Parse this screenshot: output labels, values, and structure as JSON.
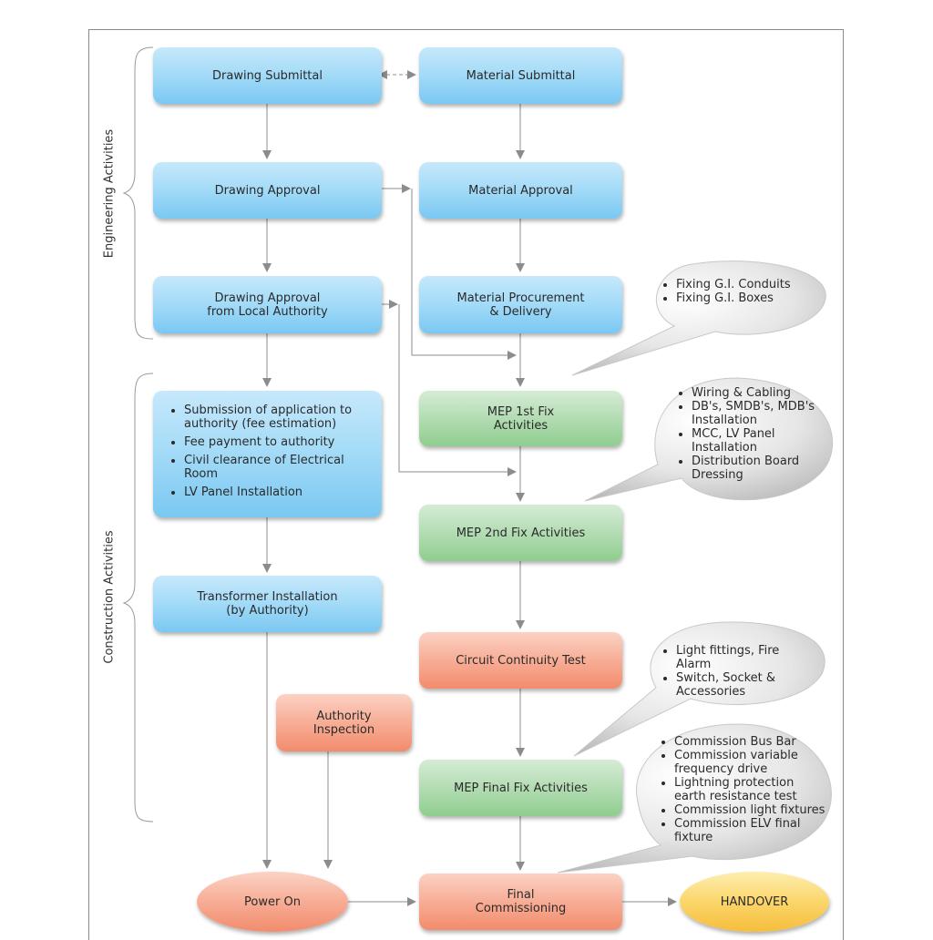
{
  "sections": {
    "engineering": "Engineering Activities",
    "construction": "Construction Activities"
  },
  "nodes": {
    "drawing_submittal": "Drawing Submittal",
    "material_submittal": "Material Submittal",
    "drawing_approval": "Drawing Approval",
    "material_approval": "Material Approval",
    "drawing_approval_local": "Drawing Approval\nfrom Local Authority",
    "material_procurement": "Material Procurement\n& Delivery",
    "authority_tasks": [
      "Submission of application to authority (fee estimation)",
      "Fee payment to authority",
      "Civil clearance of Electrical Room",
      "LV Panel Installation"
    ],
    "mep_1st_fix": "MEP 1st Fix\nActivities",
    "mep_2nd_fix": "MEP 2nd Fix Activities",
    "transformer": "Transformer Installation\n(by Authority)",
    "circuit_test": "Circuit Continuity Test",
    "authority_inspection": "Authority\nInspection",
    "mep_final_fix": "MEP Final Fix Activities",
    "power_on": "Power On",
    "final_commissioning": "Final\nCommissioning",
    "handover": "HANDOVER"
  },
  "callouts": {
    "first_fix": [
      "Fixing G.I. Conduits",
      "Fixing G.I. Boxes"
    ],
    "second_fix": [
      "Wiring & Cabling",
      "DB's, SMDB's, MDB's Installation",
      "MCC, LV Panel Installation",
      "Distribution Board Dressing"
    ],
    "final_fix": [
      "Light fittings, Fire Alarm",
      "Switch, Socket & Accessories"
    ],
    "commissioning": [
      "Commission Bus Bar",
      "Commission variable frequency drive",
      "Lightning protection earth resistance test",
      "Commission light fixtures",
      "Commission ELV final fixture"
    ]
  },
  "colors": {
    "blue": "#a6dcf8",
    "green": "#b3dcb3",
    "red": "#f7ad96",
    "orange": "#fbd66a",
    "connector": "#8c8c8c",
    "bubble": "#d8d8d8"
  }
}
